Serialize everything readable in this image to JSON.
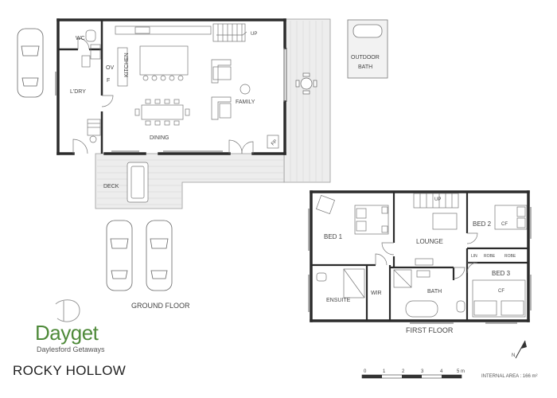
{
  "plan": {
    "property_name": "ROCKY HOLLOW",
    "internal_area": "INTERNAL AREA : 166 m²",
    "scale": {
      "ticks": [
        "0",
        "1",
        "2",
        "3",
        "4",
        "5 m"
      ]
    },
    "north_label": "N",
    "colors": {
      "wall": "#2b2b2b",
      "line": "#8a8a8a",
      "deck": "#e9e9e9",
      "brand": "#4f8a3a"
    }
  },
  "brand": {
    "monogram": "D",
    "name": "Dayget",
    "tagline": "Daylesford Getaways"
  },
  "ground_floor": {
    "caption": "GROUND FLOOR",
    "rooms": {
      "wc": "WC",
      "laundry": "L'DRY",
      "kitchen": "KITCHEN",
      "oven": "OV",
      "fridge": "F",
      "up": "UP",
      "family": "FAMILY",
      "dining": "DINING",
      "fireplace": "FP",
      "deck": "DECK",
      "outdoor_bath": [
        "OUTDOOR",
        "BATH"
      ]
    }
  },
  "first_floor": {
    "caption": "FIRST FLOOR",
    "rooms": {
      "up": "UP",
      "bed1": "BED 1",
      "lounge": "LOUNGE",
      "bed2": "BED 2",
      "cf_bed2": "CF",
      "robe1": "ROBE",
      "robe2": "ROBE",
      "linen": "LIN",
      "bed3": "BED 3",
      "cf_bed3": "CF",
      "ensuite": "ENSUITE",
      "wir": "WIR",
      "bath": "BATH"
    }
  }
}
